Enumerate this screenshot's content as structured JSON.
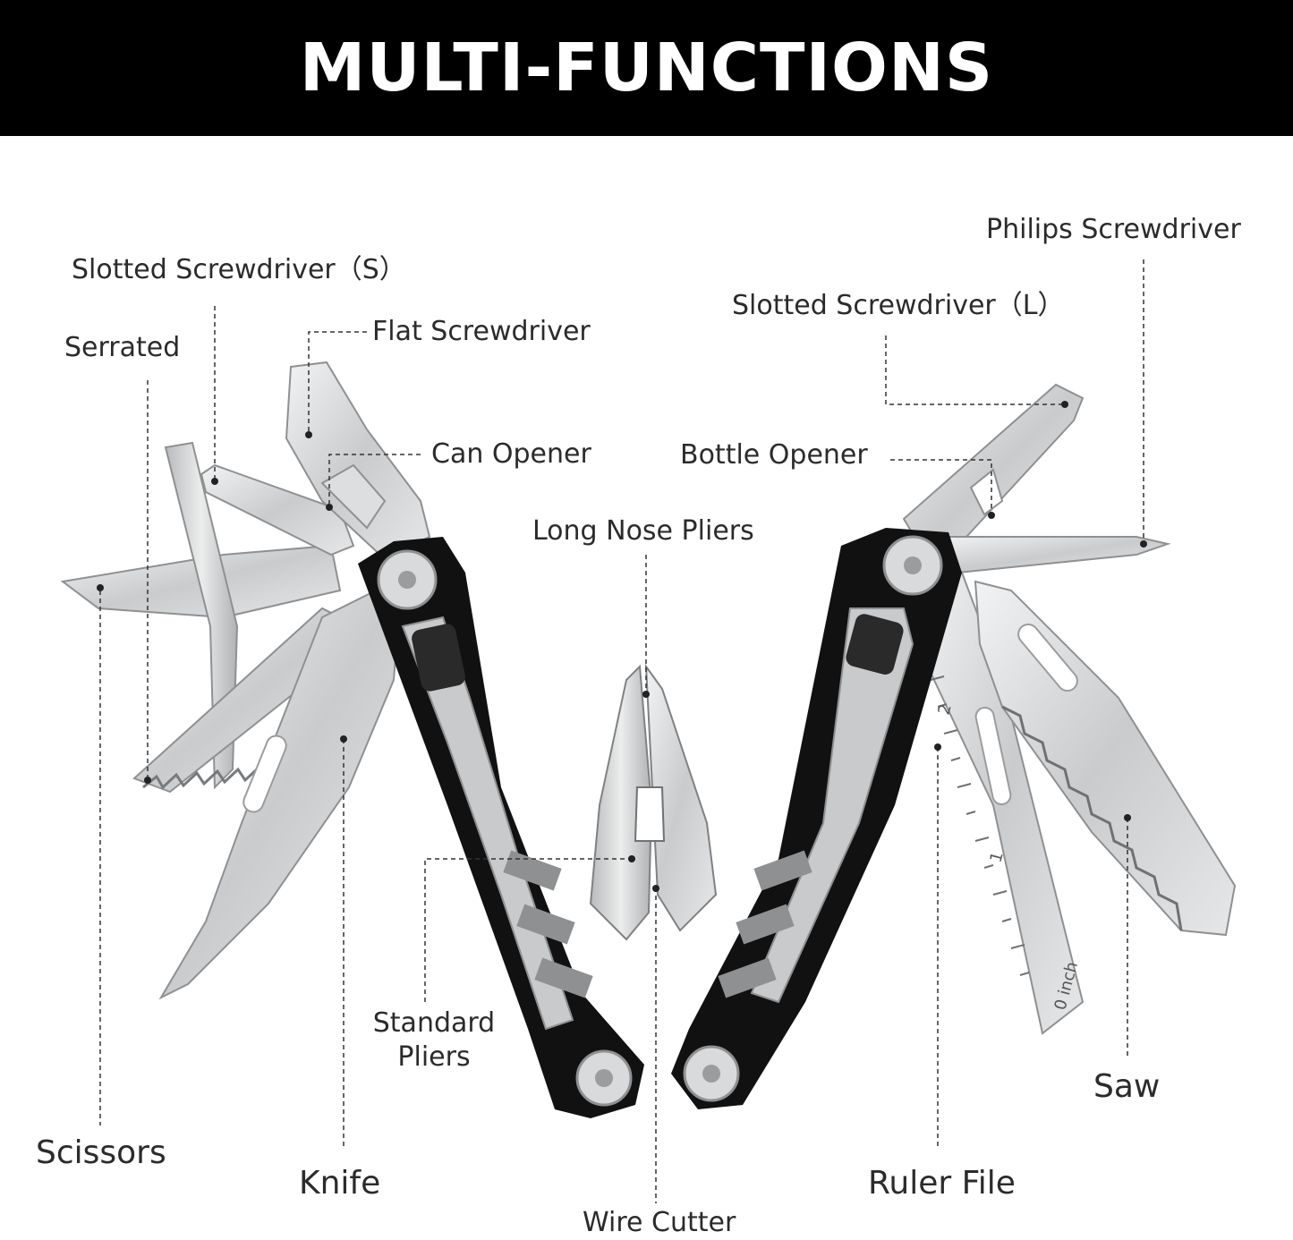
{
  "title": "MULTI-FUNCTIONS",
  "labels": {
    "philips_screwdriver": "Philips Screwdriver",
    "slotted_screwdriver_s": "Slotted Screwdriver（S）",
    "slotted_screwdriver_l": "Slotted Screwdriver（L）",
    "serrated": "Serrated",
    "flat_screwdriver": "Flat Screwdriver",
    "can_opener": "Can Opener",
    "bottle_opener": "Bottle Opener",
    "long_nose_pliers": "Long Nose Pliers",
    "standard_pliers_line1": "Standard",
    "standard_pliers_line2": "Pliers",
    "scissors": "Scissors",
    "knife": "Knife",
    "ruler_file": "Ruler File",
    "saw": "Saw",
    "wire_cutter": "Wire Cutter"
  },
  "ruler_marks": {
    "mark_0": "0 inch",
    "mark_1": "1",
    "mark_2": "2"
  },
  "colors": {
    "header_bg": "#000000",
    "header_text": "#ffffff",
    "label_text": "#2b2b2b",
    "steel": "#cfd1d3",
    "steel_dark": "#9a9c9e",
    "handle_black": "#111111",
    "leader_line": "#333333"
  }
}
